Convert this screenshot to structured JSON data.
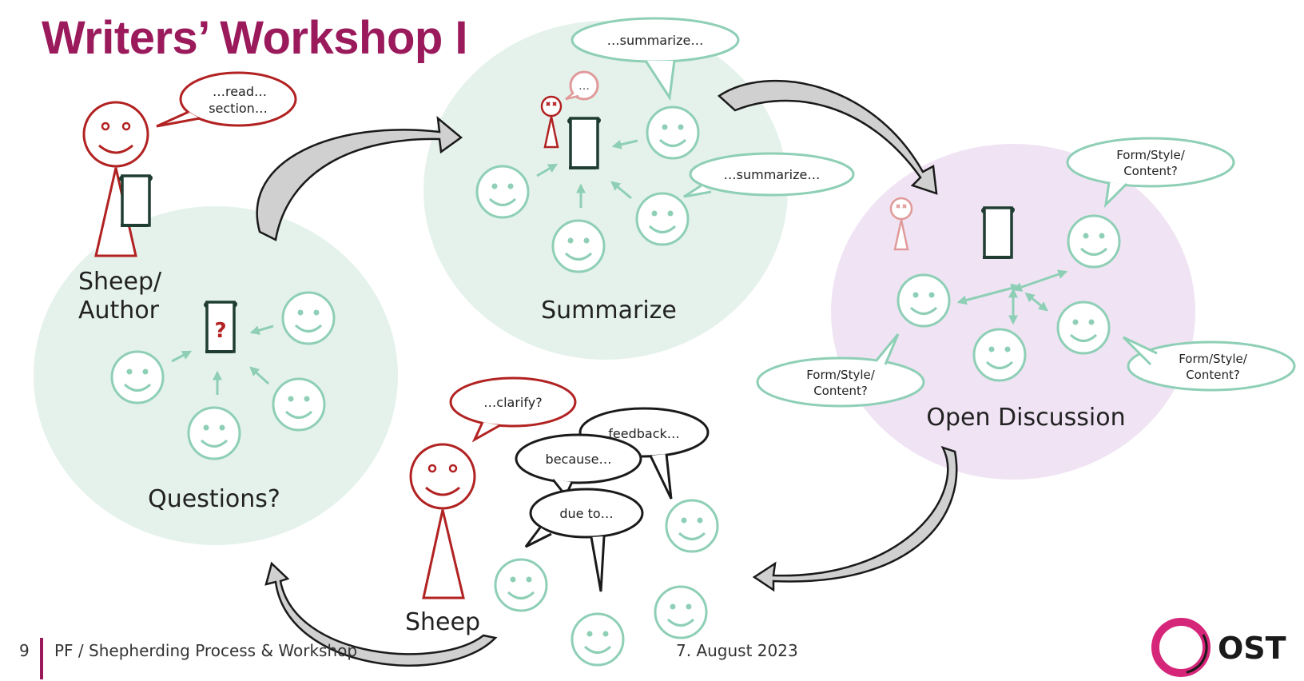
{
  "slide": {
    "title": "Writers’ Workshop I",
    "footer": {
      "page_number": "9",
      "section": "PF / Shepherding Process & Workshop",
      "date": "7. August 2023"
    },
    "logo_text": "OST"
  },
  "phases": {
    "questions": {
      "label": "Questions?",
      "document_mark": "?"
    },
    "summarize": {
      "label": "Summarize",
      "small_bubble": "…"
    },
    "discussion": {
      "label": "Open Discussion"
    },
    "sheep": {
      "label": "Sheep"
    },
    "author": {
      "label_line1": "Sheep/",
      "label_line2": "Author"
    }
  },
  "bubbles": {
    "read_line1": "…read…",
    "read_line2": "section…",
    "summarize_top": "…summarize…",
    "summarize_right": "…summarize…",
    "form_line1": "Form/Style/",
    "form_line2": "Content?",
    "clarify": "…clarify?",
    "feedback": "feedback…",
    "because": "because…",
    "due_to": "due to…"
  },
  "colors": {
    "title": "#9a1a5c",
    "author": "#b22222",
    "reader": "#8ecfb6",
    "green_bg": "#e5f2ec",
    "purple_bg": "#f0e4f4",
    "document": "#1f3d33"
  }
}
